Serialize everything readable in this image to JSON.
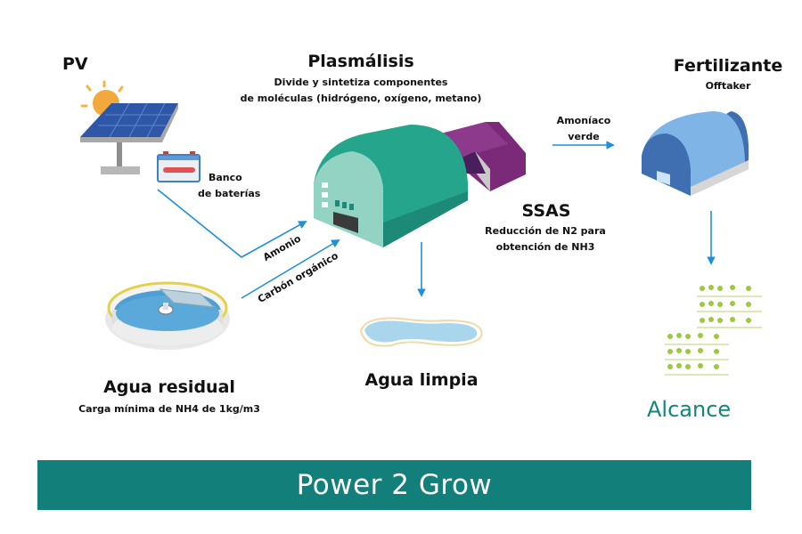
{
  "pv": {
    "title": "PV"
  },
  "battery": {
    "label_line1": "Banco",
    "label_line2": "de baterías"
  },
  "plasmalisis": {
    "title": "Plasmálisis",
    "desc_line1": "Divide y sintetiza componentes",
    "desc_line2": "de moléculas (hidrógeno, oxígeno, metano)"
  },
  "flow_labels": {
    "amonio": "Amonio",
    "carbon": "Carbón orgánico",
    "amoniaco_line1": "Amoníaco",
    "amoniaco_line2": "verde"
  },
  "ssas": {
    "title": "SSAS",
    "desc_line1": "Reducción de N2 para",
    "desc_line2": "obtención de NH3"
  },
  "fertilizante": {
    "title": "Fertilizante",
    "subtitle": "Offtaker"
  },
  "agua_residual": {
    "title": "Agua residual",
    "desc": "Carga mínima de NH4 de 1kg/m3"
  },
  "agua_limpia": {
    "title": "Agua limpia"
  },
  "alcance": {
    "label": "Alcance"
  },
  "banner": {
    "title": "Power 2 Grow"
  },
  "colors": {
    "arrow": "#1e8fd9",
    "teal": "#127f7b",
    "building": "#2aa78f",
    "ssas": "#7a2a78",
    "hut": "#5d9ad6"
  }
}
